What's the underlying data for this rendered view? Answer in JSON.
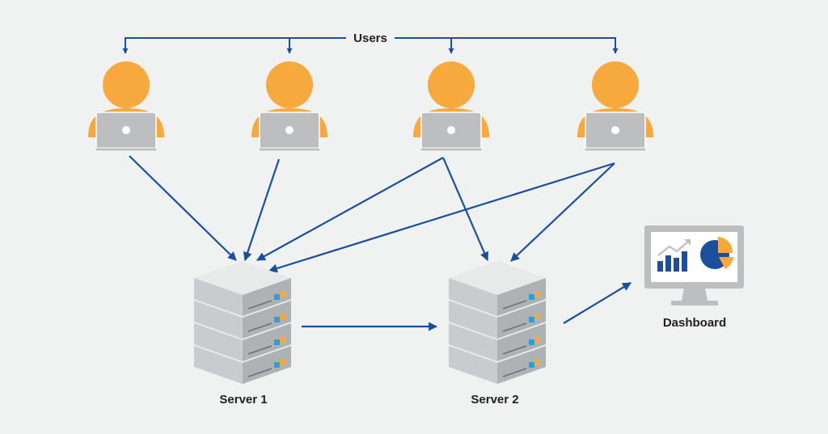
{
  "users_label": "Users",
  "servers": [
    {
      "label": "Server 1"
    },
    {
      "label": "Server 2"
    }
  ],
  "dashboard_label": "Dashboard",
  "colors": {
    "background": "#f0f1f1",
    "arrow": "#1a4fa0",
    "user": "#f7a93d",
    "laptop": "#bcbec0",
    "server": "#c8ccce",
    "monitor": "#bcbec0",
    "chart_blue": "#1a4fa0",
    "chart_orange": "#f7a93d",
    "text": "#231f20"
  }
}
